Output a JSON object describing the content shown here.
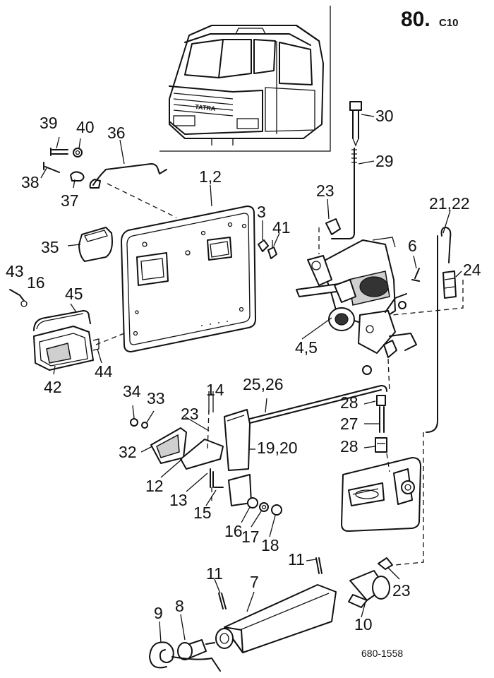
{
  "page": {
    "number_main": "80.",
    "number_sub": "C10",
    "drawing_code": "680-1558"
  },
  "cab_badge": "TATRA",
  "labels": {
    "p1_2": "1,2",
    "p3": "3",
    "p4_5": "4,5",
    "p6": "6",
    "p7": "7",
    "p8": "8",
    "p9": "9",
    "p10": "10",
    "p11a": "11",
    "p11b": "11",
    "p12": "12",
    "p13": "13",
    "p14": "14",
    "p15": "15",
    "p16a": "16",
    "p16b": "16",
    "p17": "17",
    "p18": "18",
    "p19_20": "19,20",
    "p21_22": "21,22",
    "p23a": "23",
    "p23b": "23",
    "p23c": "23",
    "p24": "24",
    "p25_26": "25,26",
    "p27": "27",
    "p28a": "28",
    "p28b": "28",
    "p29": "29",
    "p30": "30",
    "p32": "32",
    "p33": "33",
    "p34": "34",
    "p35": "35",
    "p36": "36",
    "p37": "37",
    "p38": "38",
    "p39": "39",
    "p40": "40",
    "p41": "41",
    "p42": "42",
    "p43": "43",
    "p44": "44",
    "p45": "45"
  }
}
